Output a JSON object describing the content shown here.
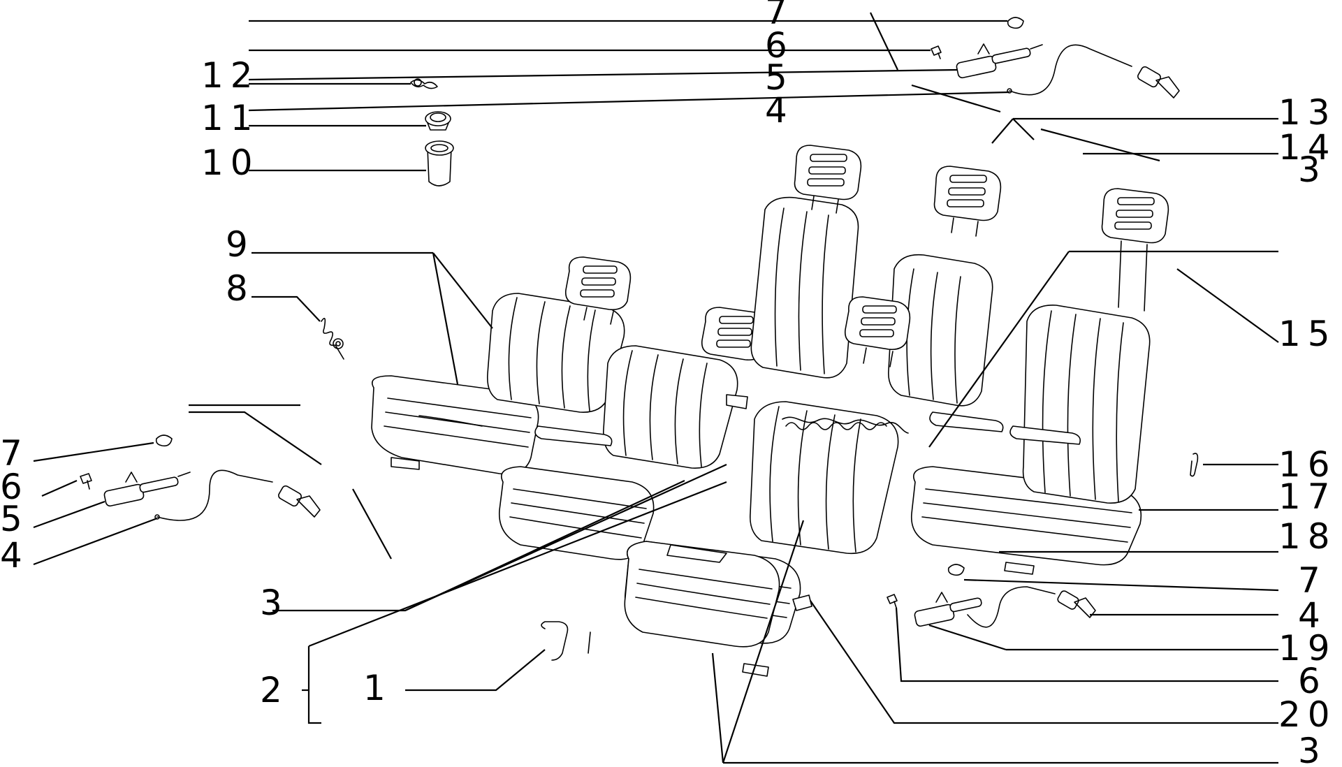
{
  "callouts": {
    "c7_top": "7",
    "c6_top": "6",
    "c5_top": "5",
    "c4_top": "4",
    "c13": "13",
    "c14": "14",
    "c3_upper_right": "3",
    "c15": "15",
    "c12": "12",
    "c11": "11",
    "c10": "10",
    "c9": "9",
    "c8": "8",
    "c7_left": "7",
    "c6_left": "6",
    "c5_left": "5",
    "c4_left": "4",
    "c3_left": "3",
    "c2": "2",
    "c1": "1",
    "c16": "16",
    "c17": "17",
    "c18": "18",
    "c7_right": "7",
    "c4_right": "4",
    "c19": "19",
    "c6_right": "6",
    "c20": "20",
    "c3_bottom": "3"
  }
}
